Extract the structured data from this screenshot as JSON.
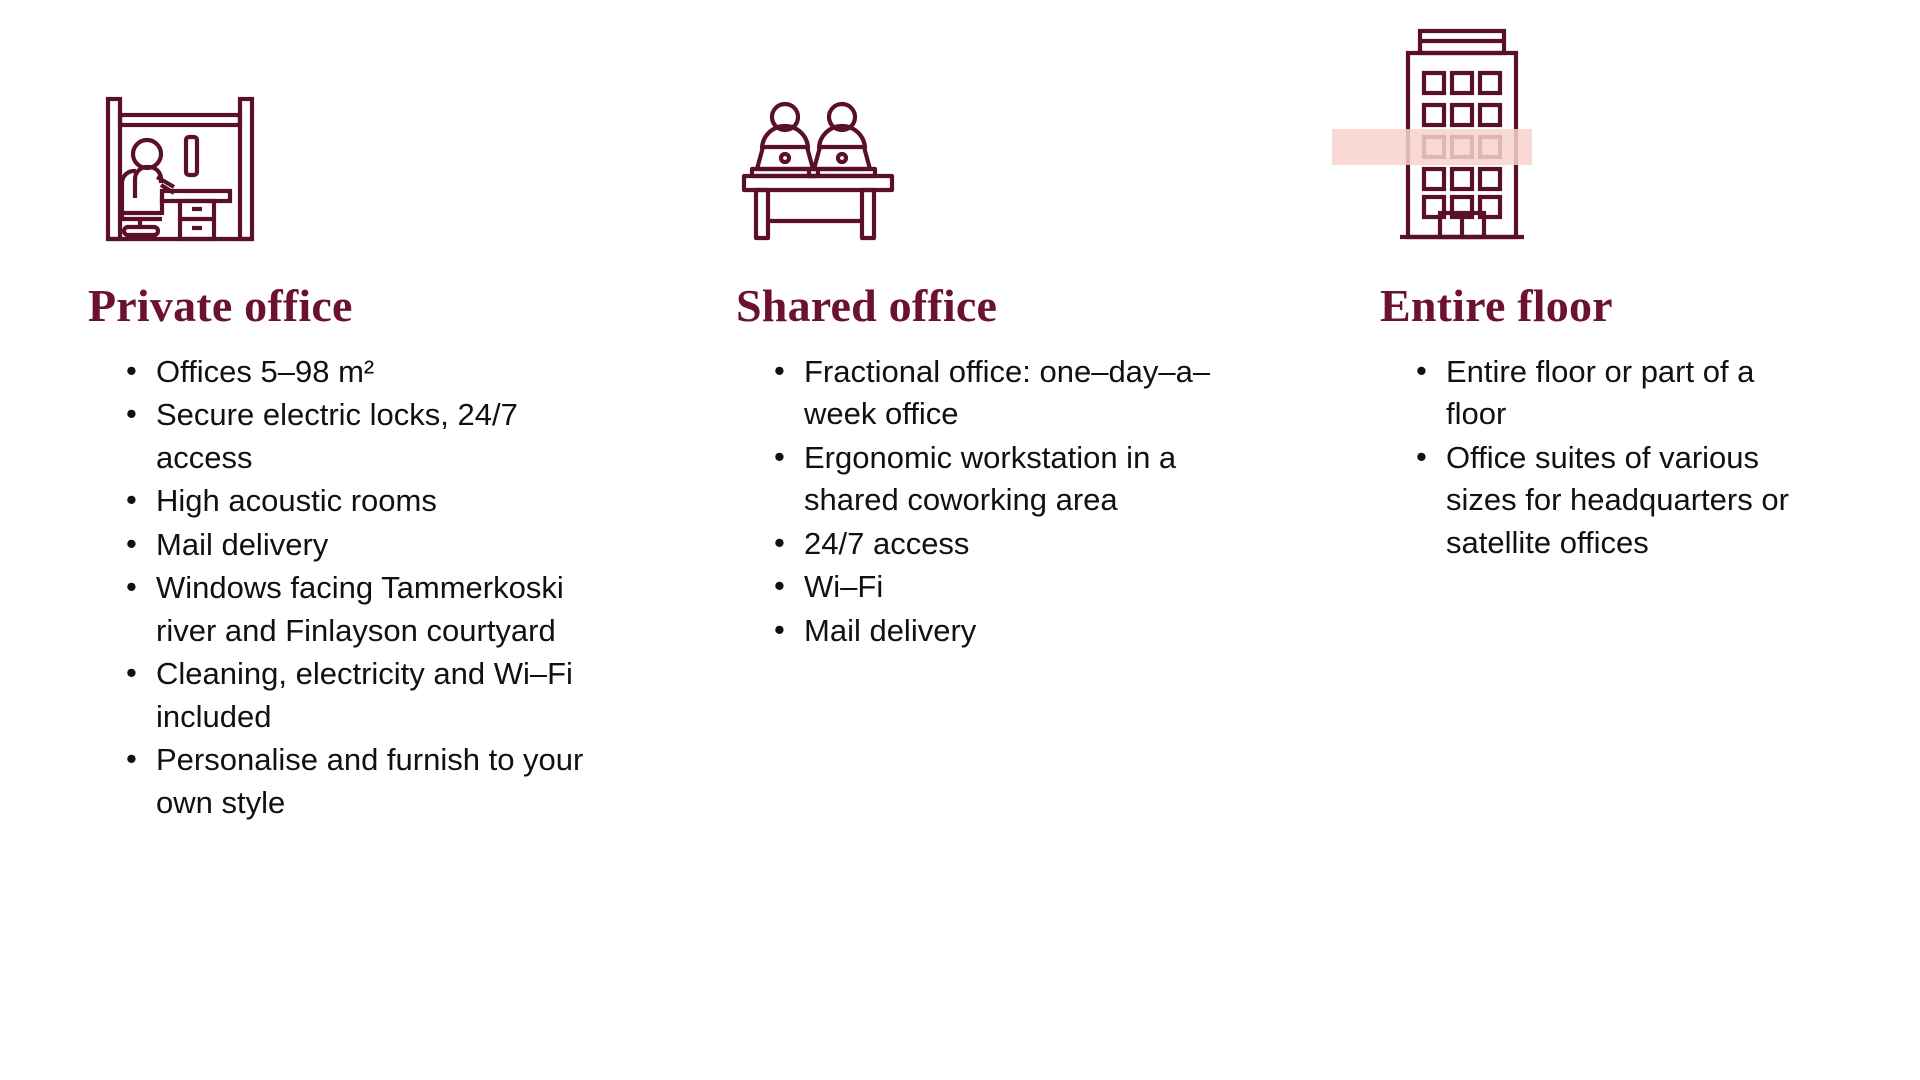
{
  "page": {
    "background_color": "#FFFFFF",
    "heading_color": "#6B1232",
    "body_text_color": "#111111",
    "icon_stroke_color": "#5A1028",
    "highlight_band_color": "#F7D2CF"
  },
  "columns": [
    {
      "id": "private-office",
      "icon": "private-office-cubicle-icon",
      "title": "Private office",
      "features": [
        "Offices 5–98 m²",
        "Secure electric locks, 24/7 access",
        "High acoustic rooms",
        "Mail delivery",
        "Windows facing Tammerkoski river and Finlayson courtyard",
        "Cleaning, electricity and Wi–Fi included",
        "Personalise and furnish to your own style"
      ]
    },
    {
      "id": "shared-office",
      "icon": "shared-office-coworkers-desk-icon",
      "title": "Shared office",
      "features": [
        "Fractional office: one–day–a–week office",
        "Ergonomic workstation in a shared coworking area",
        "24/7 access",
        "Wi–Fi",
        "Mail delivery"
      ]
    },
    {
      "id": "entire-floor",
      "icon": "entire-floor-building-icon",
      "title": "Entire floor",
      "features": [
        "Entire floor or part of a floor",
        "Office suites of various sizes for headquarters or satellite offices"
      ]
    }
  ]
}
